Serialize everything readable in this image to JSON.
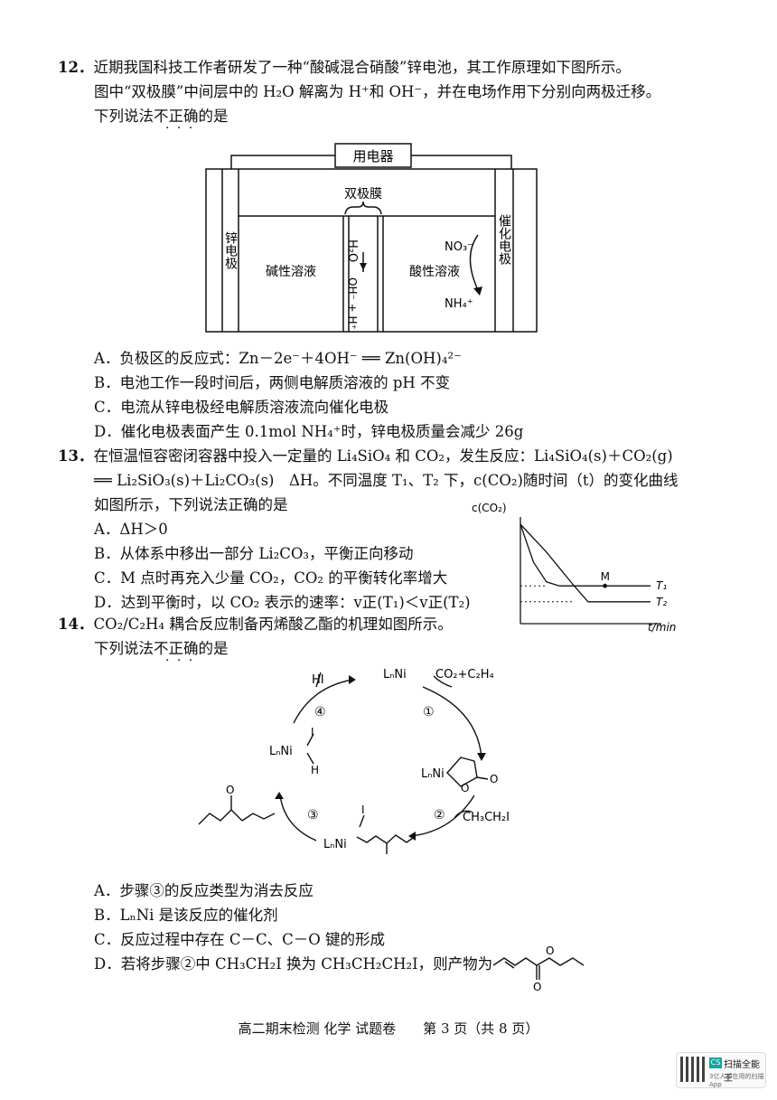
{
  "q12": {
    "number": "12．",
    "line1": "近期我国科技工作者研发了一种“酸碱混合硝酸”锌电池，其工作原理如下图所示。",
    "line2": "图中“双极膜”中间层中的 H₂O 解离为 H⁺和 OH⁻，并在电场作用下分别向两极迁移。",
    "line3": "下列说法不正确的是",
    "diagram": {
      "appliance": "用电器",
      "membrane": "双极膜",
      "zinc_electrode": "锌电极",
      "alkaline": "碱性溶液",
      "acidic": "酸性溶液",
      "catalyst_electrode": "催化电极",
      "water": "H₂O",
      "ions": "OH⁻ + H⁺",
      "nitrate": "NO₃⁻",
      "ammonium": "NH₄⁺"
    },
    "options": [
      "A．负极区的反应式：Zn－2e⁻＋4OH⁻ ══ Zn(OH)₄²⁻",
      "B．电池工作一段时间后，两侧电解质溶液的 pH 不变",
      "C．电流从锌电极经电解质溶液流向催化电极",
      "D．催化电极表面产生 0.1mol NH₄⁺时，锌电极质量会减少 26g"
    ]
  },
  "q13": {
    "number": "13．",
    "line1": "在恒温恒容密闭容器中投入一定量的 Li₄SiO₄ 和 CO₂，发生反应：Li₄SiO₄(s)＋CO₂(g)",
    "line2": "══ Li₂SiO₃(s)＋Li₂CO₃(s)　ΔH。不同温度 T₁、T₂ 下，c(CO₂)随时间（t）的变化曲线",
    "line3": "如图所示，下列说法正确的是",
    "options": [
      "A．ΔH＞0",
      "B．从体系中移出一部分 Li₂CO₃，平衡正向移动",
      "C．M 点时再充入少量 CO₂，CO₂ 的平衡转化率增大",
      "D．达到平衡时，以 CO₂ 表示的速率：v正(T₁)＜v正(T₂)"
    ],
    "chart_data": {
      "type": "line",
      "ylabel": "c(CO₂)",
      "xlabel": "t/min",
      "point_label": "M",
      "series": [
        {
          "name": "T₁",
          "x": [
            0,
            1,
            2,
            3,
            10
          ],
          "y": [
            1.0,
            0.62,
            0.42,
            0.38,
            0.38
          ]
        },
        {
          "name": "T₂",
          "x": [
            0,
            2,
            4,
            5.2,
            10
          ],
          "y": [
            1.0,
            0.72,
            0.4,
            0.22,
            0.22
          ]
        }
      ],
      "point": {
        "x": 6.5,
        "y": 0.38
      },
      "grid": false
    }
  },
  "q14": {
    "number": "14．",
    "line1": "CO₂/C₂H₄ 耦合反应制备丙烯酸乙酯的机理如图所示。",
    "line2": "下列说法不正确的是",
    "cycle": {
      "catalyst": "LₙNi",
      "reagent1": "CO₂+C₂H₄",
      "reagent2": "CH₃CH₂I",
      "byproduct": "HI",
      "steps": [
        "①",
        "②",
        "③",
        "④"
      ],
      "i_label": "I",
      "h_label": "H",
      "o_label": "O"
    },
    "options": [
      "A．步骤③的反应类型为消去反应",
      "B．LₙNi 是该反应的催化剂",
      "C．反应过程中存在 C－C、C－O 键的形成",
      "D．若将步骤②中 CH₃CH₂I 换为 CH₃CH₂CH₂I，则产物为"
    ]
  },
  "footer": "高二期末检测  化学  试题卷　　第 3 页（共 8 页）",
  "stamp": {
    "title": "扫描全能王",
    "subtitle": "3亿人都在用的扫描App",
    "logo": "CS"
  }
}
